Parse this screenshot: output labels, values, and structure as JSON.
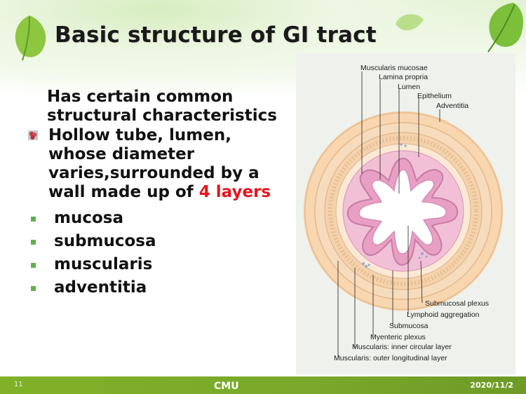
{
  "slide": {
    "title": "Basic structure of GI tract",
    "intro": "Has certain common structural characteristics",
    "bullet_main": "Hollow tube, lumen, whose diameter varies,surrounded by a wall made up of",
    "bullet_highlight": "4 layers",
    "layers": [
      "mucosa",
      "submucosa",
      "muscularis",
      "adventitia"
    ],
    "colors": {
      "highlight": "#e3161e",
      "footer_green": "#7fb228",
      "square_bullet": "#5fb24a"
    },
    "icons": [
      "leaf-icon",
      "flower-bullet-icon",
      "square-bullet-icon"
    ]
  },
  "diagram": {
    "labels_top": [
      "Muscularis mucosae",
      "Lamina propria",
      "Lumen",
      "Epithelium",
      "Adventitia"
    ],
    "labels_bottom": [
      "Submucosal plexus",
      "Lymphoid aggregation",
      "Submucosa",
      "Myenteric plexus",
      "Muscularis: inner circular layer",
      "Muscularis: outer longitudinal layer"
    ]
  },
  "footer": {
    "slide_number": "11",
    "organization": "CMU",
    "date": "2020/11/2"
  }
}
